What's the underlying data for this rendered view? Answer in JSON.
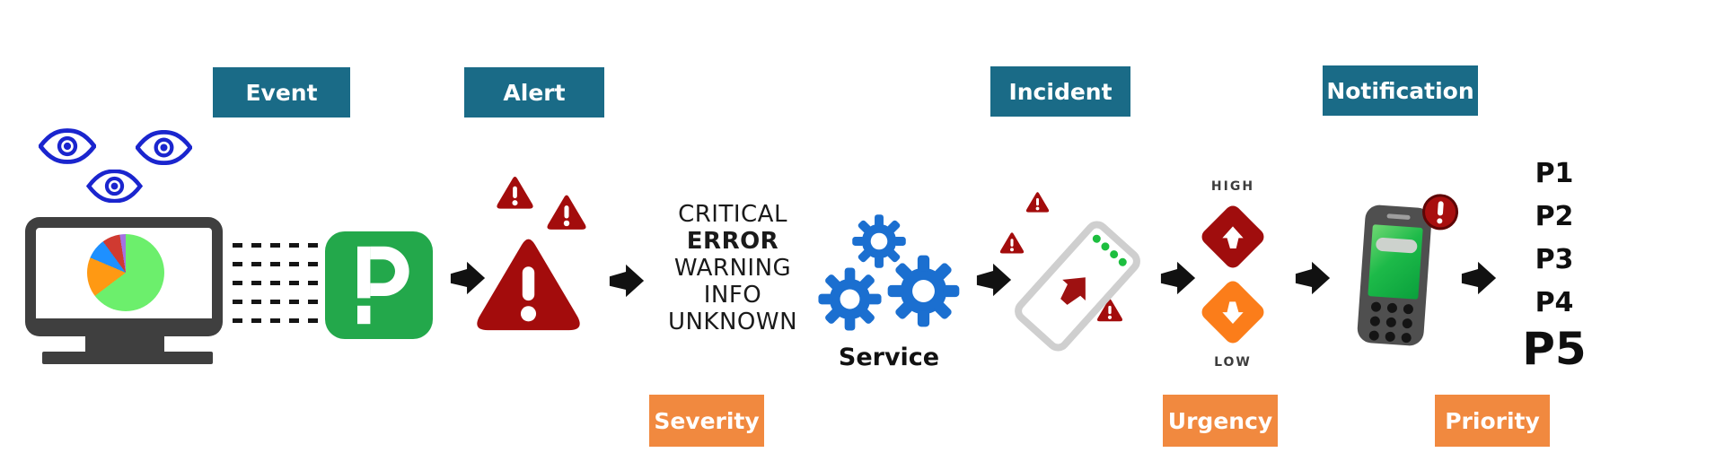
{
  "stages": {
    "event": {
      "label": "Event"
    },
    "alert": {
      "label": "Alert"
    },
    "incident": {
      "label": "Incident"
    },
    "notification": {
      "label": "Notification"
    },
    "severity": {
      "label": "Severity"
    },
    "urgency": {
      "label": "Urgency"
    },
    "priority": {
      "label": "Priority"
    }
  },
  "severity_levels": [
    "CRITICAL",
    "ERROR",
    "WARNING",
    "INFO",
    "UNKNOWN"
  ],
  "service_label": "Service",
  "urgency_levels": {
    "high": "HIGH",
    "low": "LOW"
  },
  "priority_levels": [
    "P1",
    "P2",
    "P3",
    "P4",
    "P5"
  ],
  "icons": {
    "monitoring": "monitor-with-pie-chart",
    "observers": "eye-icon",
    "ingest": "pagerduty-p-logo",
    "alerting": "warning-triangle-icon",
    "service": "gears-icon",
    "incident": "incident-card-arrow-icon",
    "urgency_high": "diamond-up-arrow-icon",
    "urgency_low": "diamond-down-arrow-icon",
    "notification": "mobile-phone-alert-icon"
  },
  "colors": {
    "stage_badge_teal": "#1A6B87",
    "stage_badge_orange": "#F1893F",
    "pagerduty_green": "#23A84B",
    "warning_red": "#A30C0C",
    "urgency_high_red": "#A00D0D",
    "urgency_low_orange": "#FB7D1A",
    "gear_blue": "#1B6FD0",
    "eye_blue": "#1A25CE",
    "arrow_black": "#111111"
  }
}
